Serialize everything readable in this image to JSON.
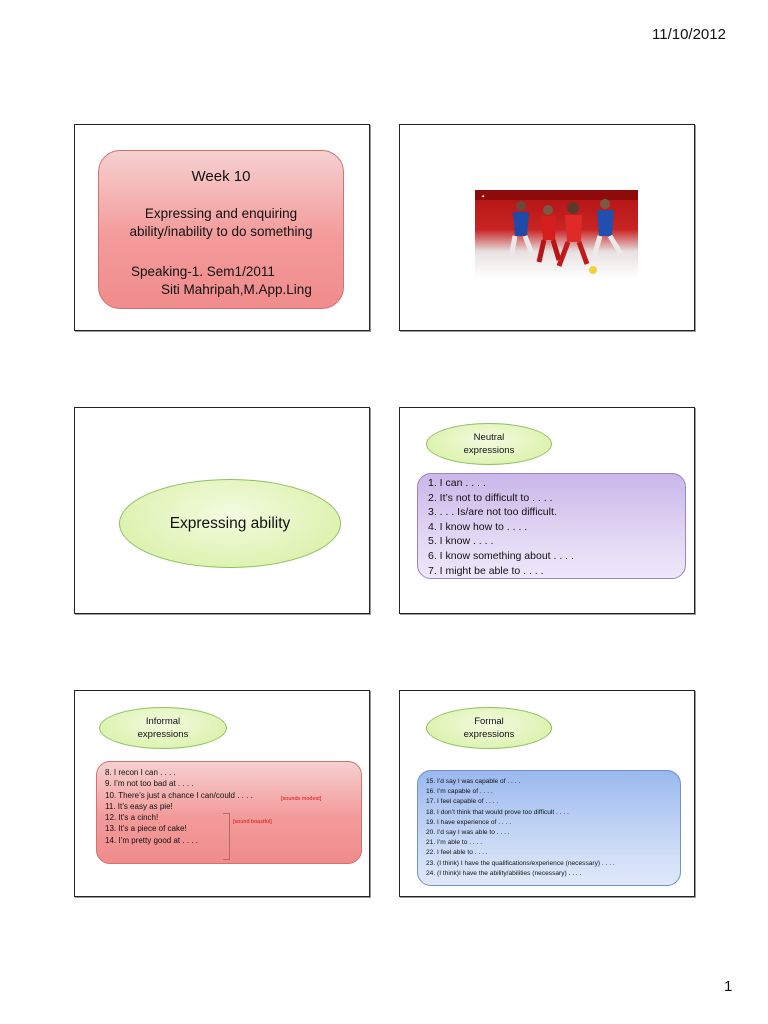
{
  "header": {
    "date": "11/10/2012"
  },
  "footer": {
    "page_number": "1"
  },
  "slides": {
    "s1": {
      "title": "Week 10",
      "subtitle_line1": "Expressing and enquiring",
      "subtitle_line2": "ability/inability to do something",
      "course": "Speaking-1. Sem1/2011",
      "author": "Siti Mahripah,M.App.Ling"
    },
    "s2": {
      "image": "football-players-photo"
    },
    "s3": {
      "title": "Expressing ability"
    },
    "s4": {
      "label_line1": "Neutral",
      "label_line2": "expressions",
      "items": [
        "1. I can . . . .",
        "2. It’s not to difficult to . . . .",
        "3.  . . .  Is/are not too difficult.",
        "4. I know how to  . . . .",
        "5. I know . . . .",
        "6. I know something about . . . .",
        "7. I might be able  to . . . ."
      ]
    },
    "s5": {
      "label_line1": "Informal",
      "label_line2": "expressions",
      "items": [
        "8. I recon I can . . . .",
        "9. I’m not too bad at . . . .",
        "10. There’s just a chance I can/could . . . .",
        "11. It’s easy as pie!",
        "12. It’s a cinch!",
        "13. It’s a piece of cake!",
        "14. I’m pretty good at  . . . ."
      ],
      "note_modest": "[sounds modest]",
      "note_boastful": "[sound boastful]"
    },
    "s6": {
      "label_line1": "Formal",
      "label_line2": "expressions",
      "items": [
        "15. I’d say I was capable of . . . .",
        "16. I’m capable of . . . .",
        "17. I feel capable of . . . .",
        "18. I don’t think that would prove too difficult . . . .",
        "19. I have experience of . . . .",
        "20. I’d say I was able to . . . .",
        "21. I’m able to . . . .",
        "22. I feel able to . . . .",
        "23. (I think) I have the qualifications/experience  (necessary) . . . .",
        "24. (I think)I have the ability/abilities (necessary) . . . ."
      ]
    }
  },
  "colors": {
    "red_box": "#f39a9a",
    "green_oval": "#d5ef9e",
    "purple_box": "#c9b7ea",
    "blue_box": "#9ab8ef",
    "note_red": "#d11111"
  }
}
